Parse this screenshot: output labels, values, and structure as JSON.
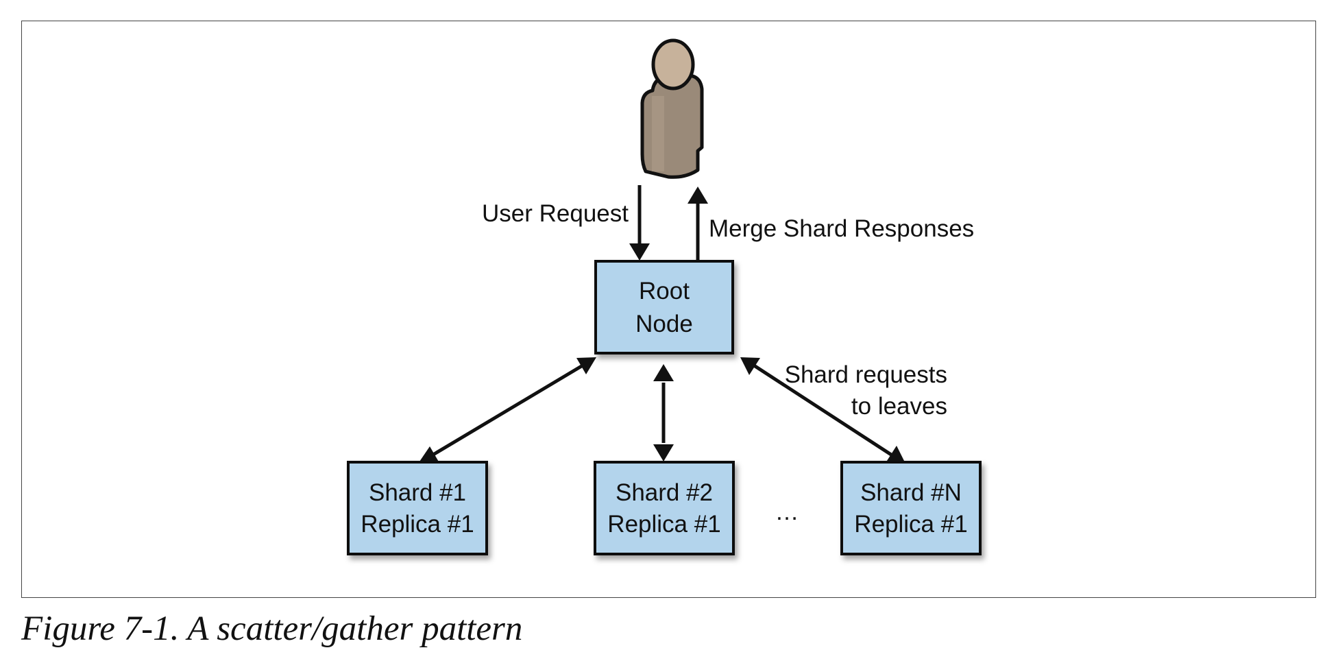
{
  "diagram": {
    "nodes": {
      "root": {
        "lines": [
          "Root",
          "Node"
        ]
      },
      "shard1": {
        "lines": [
          "Shard #1",
          "Replica #1"
        ]
      },
      "shard2": {
        "lines": [
          "Shard #2",
          "Replica #1"
        ]
      },
      "shardN": {
        "lines": [
          "Shard #N",
          "Replica #1"
        ]
      }
    },
    "labels": {
      "user_request": "User Request",
      "merge_responses": "Merge Shard Responses",
      "shard_requests_line1": "Shard requests",
      "shard_requests_line2": "to leaves",
      "ellipsis": "…"
    },
    "colors": {
      "box_fill": "#b3d4ec",
      "person_body": "#9a8a79",
      "person_head": "#c7b29b"
    },
    "icons": {
      "user": "person-icon"
    }
  },
  "caption": "Figure 7-1. A scatter/gather pattern"
}
